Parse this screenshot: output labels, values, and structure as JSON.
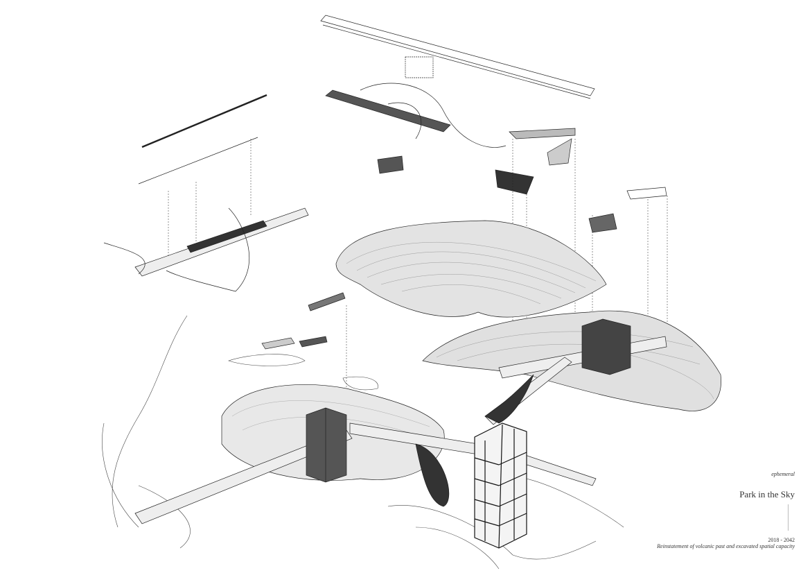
{
  "project": {
    "label": "ephemeral",
    "title": "Park in the Sky",
    "years": "2018 - 2042",
    "subtitle": "Reinstatement of volcanic past and excavated spatial capacity"
  },
  "colors": {
    "ink": "#222222",
    "landform": "#d9d9d9",
    "dark": "#3a3a3a"
  }
}
